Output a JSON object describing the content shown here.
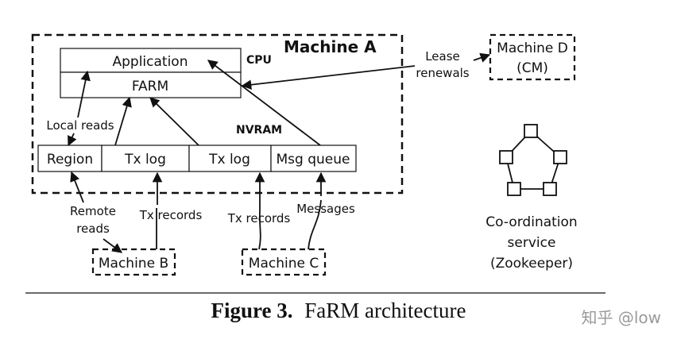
{
  "machine_a": {
    "title": "Machine A",
    "cpu_label": "CPU",
    "nvram_label": "NVRAM",
    "application": "Application",
    "farm": "FARM",
    "region": "Region",
    "txlog1": "Tx log",
    "txlog2": "Tx log",
    "msgqueue": "Msg queue",
    "local_reads": "Local reads"
  },
  "machine_d": {
    "line1": "Machine D",
    "line2": "(CM)"
  },
  "lease": {
    "line1": "Lease",
    "line2": "renewals"
  },
  "remote_reads": {
    "line1": "Remote",
    "line2": "reads"
  },
  "tx_records_b": "Tx records",
  "tx_records_c": "Tx records",
  "messages": "Messages",
  "machine_b": "Machine B",
  "machine_c": "Machine C",
  "coordination": {
    "line1": "Co-ordination",
    "line2": "service",
    "line3": "(Zookeeper)"
  },
  "caption": {
    "figure": "Figure 3.",
    "title": "FaRM architecture"
  },
  "watermark": "知乎 @low"
}
